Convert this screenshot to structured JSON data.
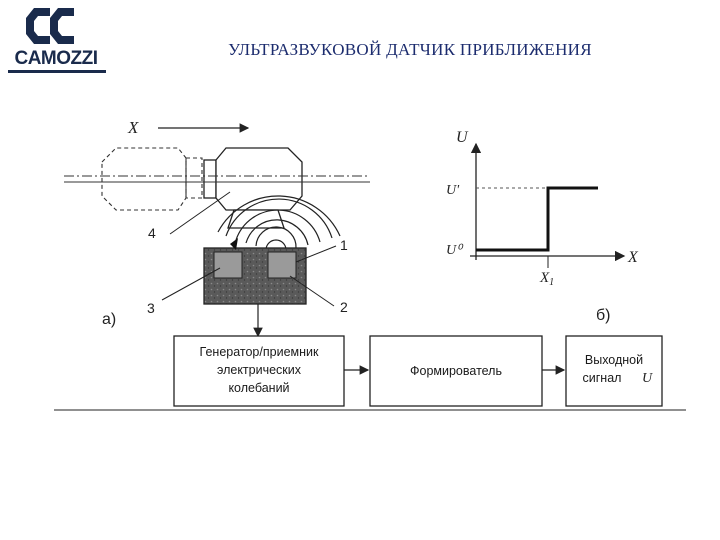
{
  "header": {
    "logo_text": "CAMOZZI",
    "title": "УЛЬТРАЗВУКОВОЙ ДАТЧИК ПРИБЛИЖЕНИЯ"
  },
  "diagram_a": {
    "tag": "а)",
    "axis_label": "X",
    "callouts": [
      "4",
      "1",
      "3",
      "2"
    ]
  },
  "graph_b": {
    "tag": "б)",
    "y_axis": "U",
    "x_axis": "X",
    "level_high": "U'",
    "level_low": "U⁰",
    "switch_point": "X",
    "switch_point_sub": "1"
  },
  "blocks": {
    "generator": [
      "Генератор/приемник",
      "электрических",
      "колебаний"
    ],
    "shaper": "Формирователь",
    "output": [
      "Выходной",
      "сигнал"
    ],
    "output_symbol": "U"
  }
}
